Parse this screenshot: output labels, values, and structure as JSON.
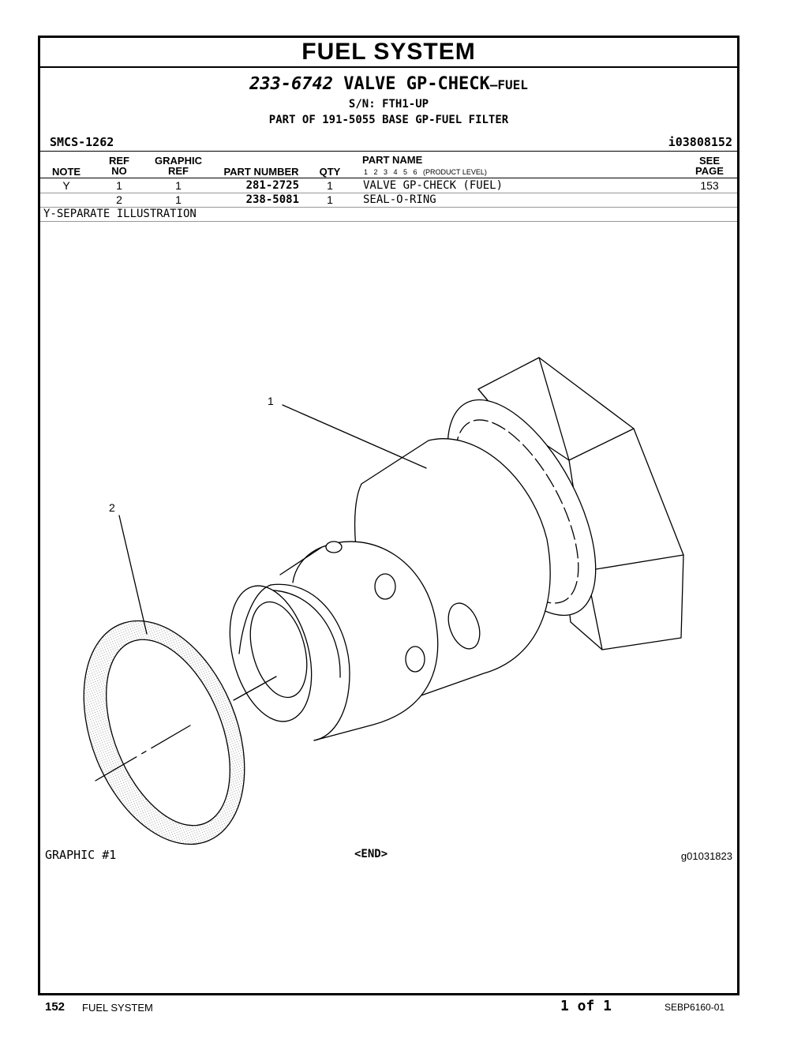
{
  "section_title": "FUEL SYSTEM",
  "group": {
    "number": "233-6742",
    "name": "VALVE GP-CHECK",
    "suffix": "—FUEL",
    "serial": "S/N: FTH1-UP",
    "part_of": "PART OF 191-5055 BASE GP-FUEL FILTER"
  },
  "smcs": "SMCS-1262",
  "illustration_id": "i03808152",
  "columns": {
    "note": "NOTE",
    "ref_no_1": "REF",
    "ref_no_2": "NO",
    "graphic_ref_1": "GRAPHIC",
    "graphic_ref_2": "REF",
    "part_number": "PART NUMBER",
    "qty": "QTY",
    "part_name": "PART NAME",
    "product_level": "1   2   3   4   5   6   (PRODUCT LEVEL)",
    "see_page_1": "SEE",
    "see_page_2": "PAGE"
  },
  "rows": [
    {
      "note": "Y",
      "ref_no": "1",
      "graphic_ref": "1",
      "part_number": "281-2725",
      "qty": "1",
      "part_name": "VALVE GP-CHECK (FUEL)",
      "see_page": "153"
    },
    {
      "note": "",
      "ref_no": "2",
      "graphic_ref": "1",
      "part_number": "238-5081",
      "qty": "1",
      "part_name": "SEAL-O-RING",
      "see_page": ""
    }
  ],
  "footnote": "Y-SEPARATE ILLUSTRATION",
  "callouts": {
    "c1": "1",
    "c2": "2"
  },
  "graphic_label": "GRAPHIC #1",
  "end_marker": "<END>",
  "graphic_id": "g01031823",
  "footer": {
    "page_number": "152",
    "section": "FUEL SYSTEM",
    "page_of": "1 of 1",
    "doc_id": "SEBP6160-01"
  }
}
